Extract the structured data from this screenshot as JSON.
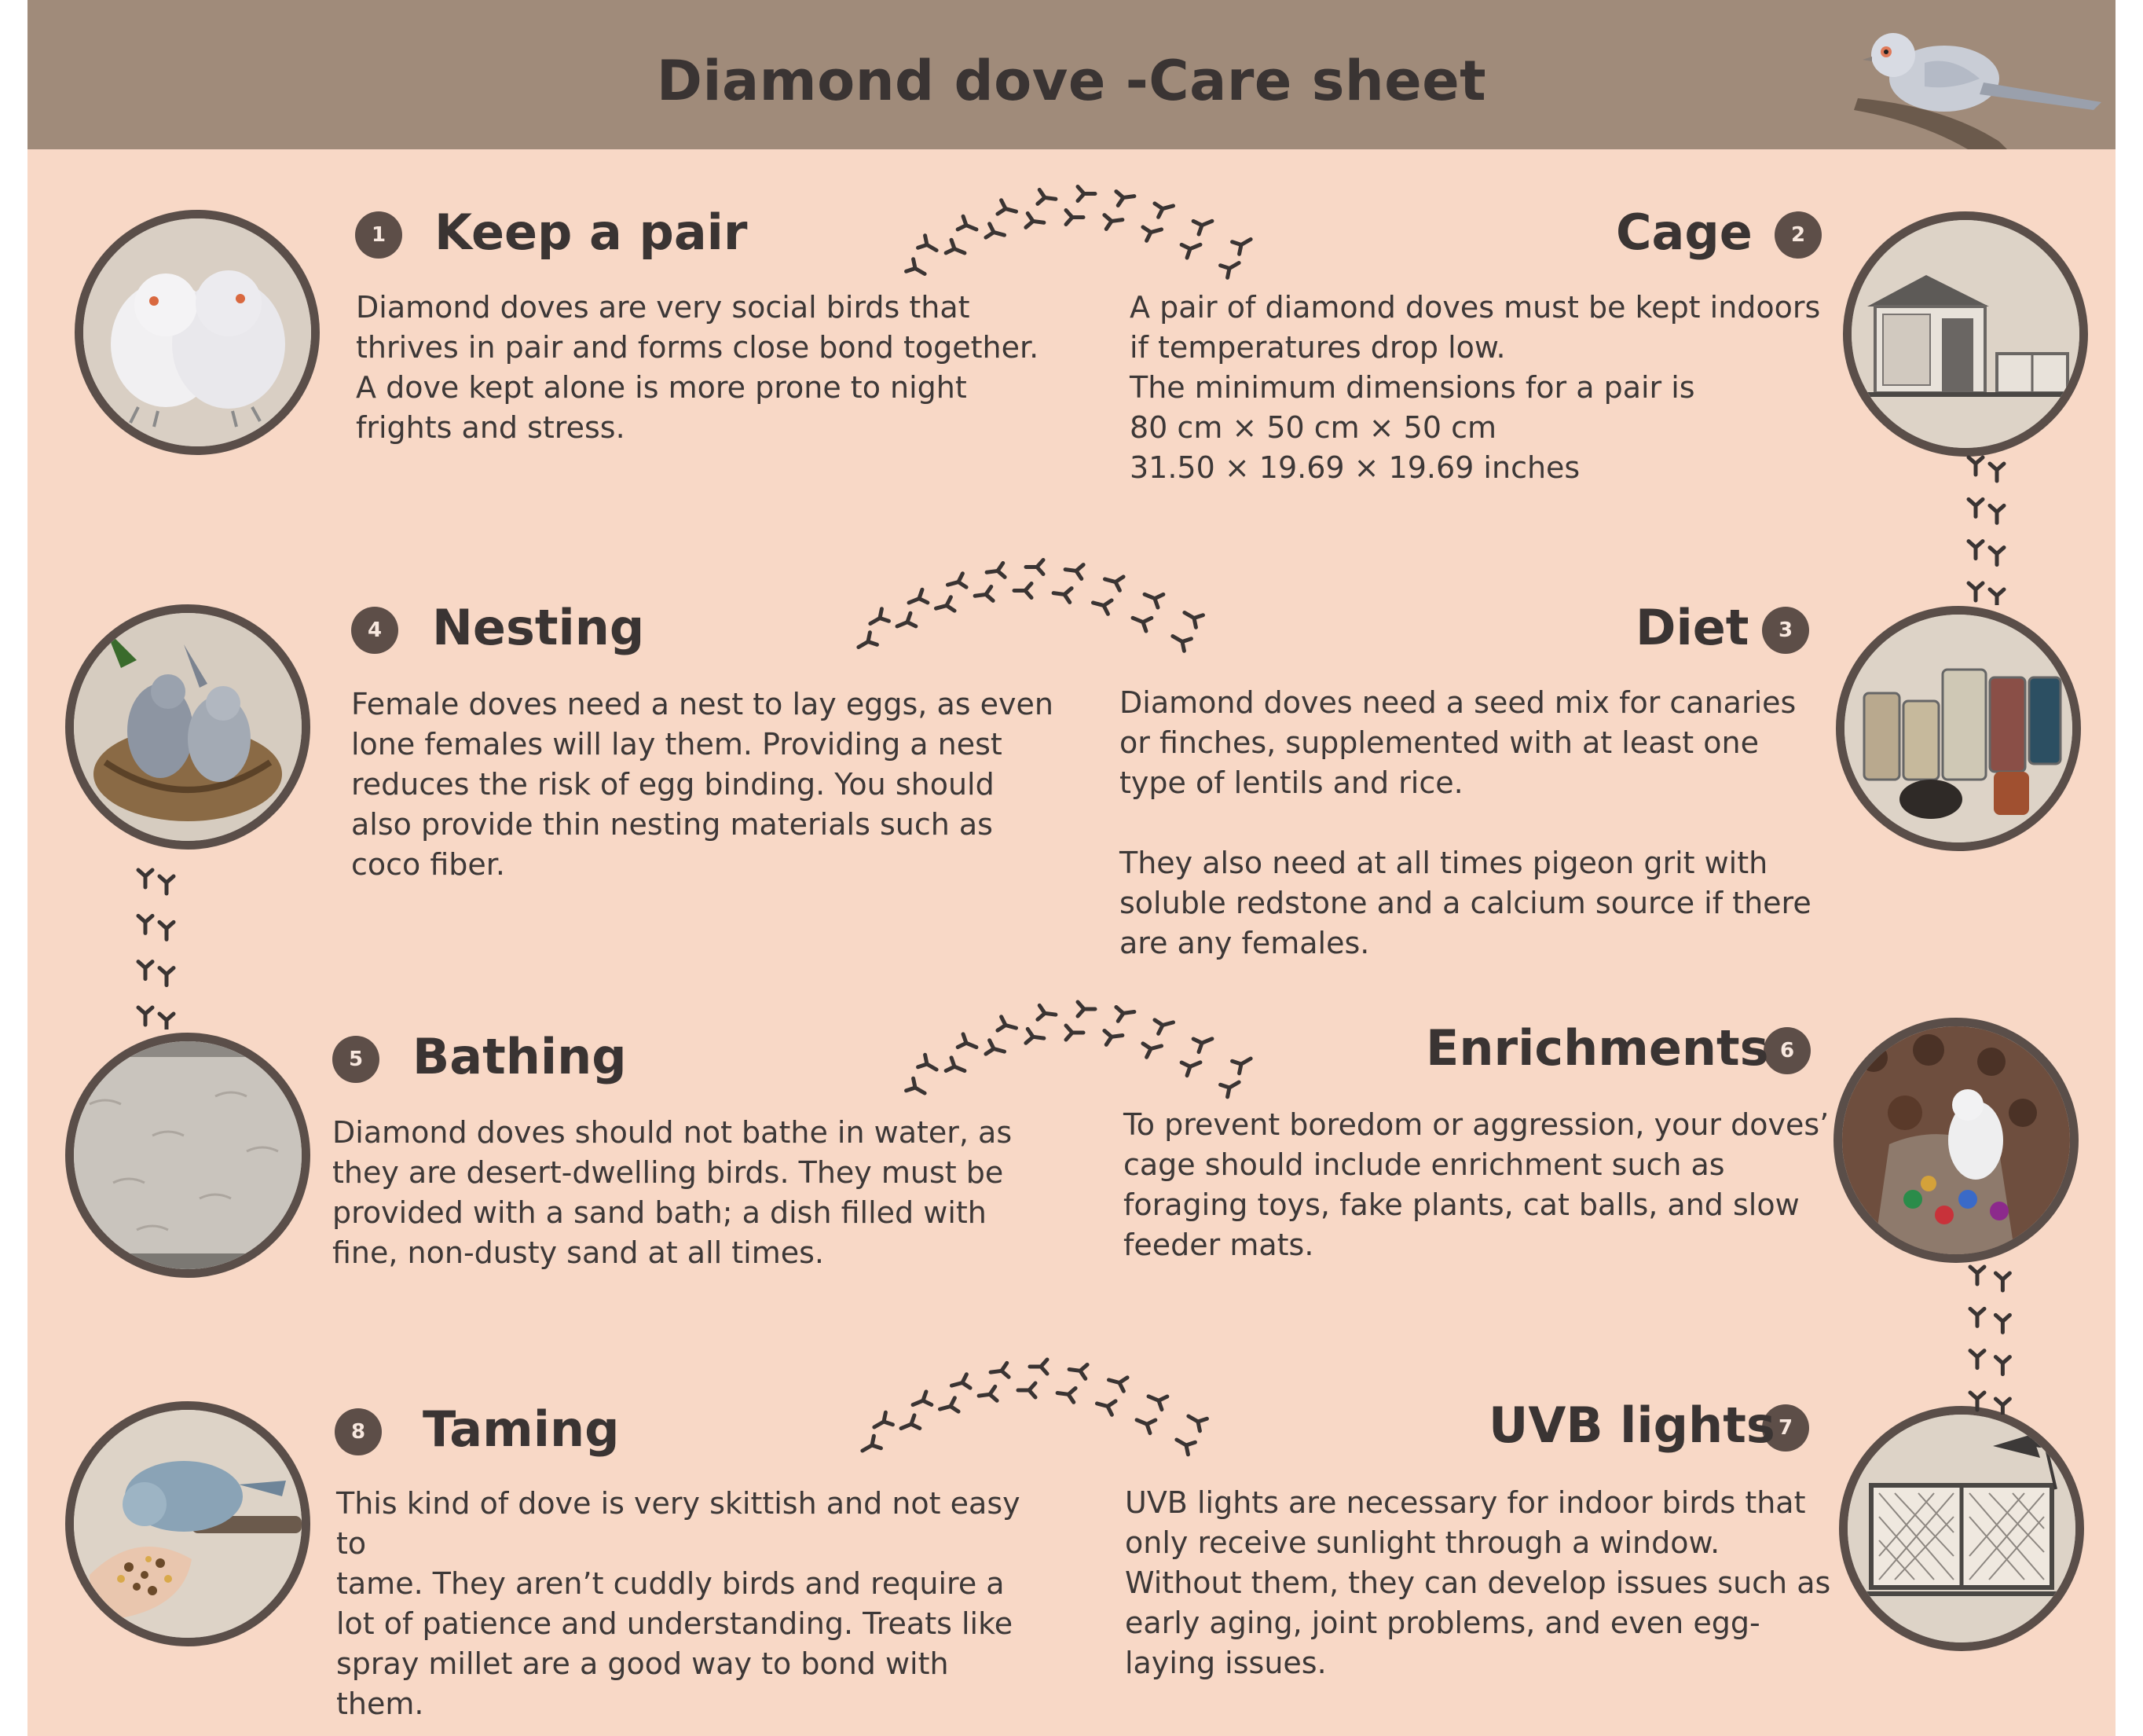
{
  "title": "Diamond dove -Care sheet",
  "colors": {
    "header": "#a08b7a",
    "background": "#f8d8c6",
    "circle_border": "#5a4e49",
    "badge": "#5d4e48",
    "text": "#3d3837"
  },
  "sections": {
    "keep_pair": {
      "number": "1",
      "title": "Keep a pair",
      "image": "pair-of-doves-photo",
      "text": "Diamond doves are very social birds that\nthrives in pair and forms close bond together.\nA dove kept alone is more prone to night\nfrights and stress."
    },
    "cage": {
      "number": "2",
      "title": "Cage",
      "image": "cage-illustration",
      "text": "A pair of diamond doves must be kept indoors\nif temperatures drop low.\nThe minimum dimensions for a pair is\n80 cm × 50 cm × 50 cm\n31.50 × 19.69 × 19.69 inches"
    },
    "diet": {
      "number": "3",
      "title": "Diet",
      "image": "seed-jars-photo",
      "text": "Diamond doves need a seed mix for canaries\nor finches, supplemented with at least one\ntype of lentils and rice.\n\nThey also need at all times pigeon grit with\nsoluble redstone and a calcium source if there\nare any females."
    },
    "nesting": {
      "number": "4",
      "title": "Nesting",
      "image": "doves-in-nest-photo",
      "text": "Female doves need a nest to lay eggs, as even\nlone females will lay them. Providing a nest\nreduces the risk of egg binding. You should\nalso provide thin nesting materials such as\ncoco fiber."
    },
    "bathing": {
      "number": "5",
      "title": "Bathing",
      "image": "sand-bath-photo",
      "text": "Diamond doves should not bathe in water, as\nthey are desert-dwelling birds. They must be\nprovided with a sand bath; a dish filled with\nfine, non-dusty sand at all times."
    },
    "enrichments": {
      "number": "6",
      "title": "Enrichments",
      "image": "enrichment-toys-photo",
      "text": "To prevent boredom or aggression, your doves’\ncage should include enrichment such as\nforaging toys, fake plants, cat balls, and slow\nfeeder mats."
    },
    "uvb": {
      "number": "7",
      "title": "UVB lights",
      "image": "uvb-lamp-cage-illustration",
      "text": "UVB lights are necessary for indoor birds that\nonly receive sunlight through a window.\nWithout them, they can develop issues such as\nearly aging, joint problems, and even egg-\nlaying issues."
    },
    "taming": {
      "number": "8",
      "title": "Taming",
      "image": "dove-eating-from-hand-photo",
      "text": "This kind of dove is very skittish and not easy to\ntame. They aren’t cuddly birds and require a\nlot of patience and understanding. Treats like\nspray millet are a good way to bond with them."
    }
  },
  "decorations": [
    "bird-footprint-track-icon",
    "diamond-dove-header-photo"
  ]
}
